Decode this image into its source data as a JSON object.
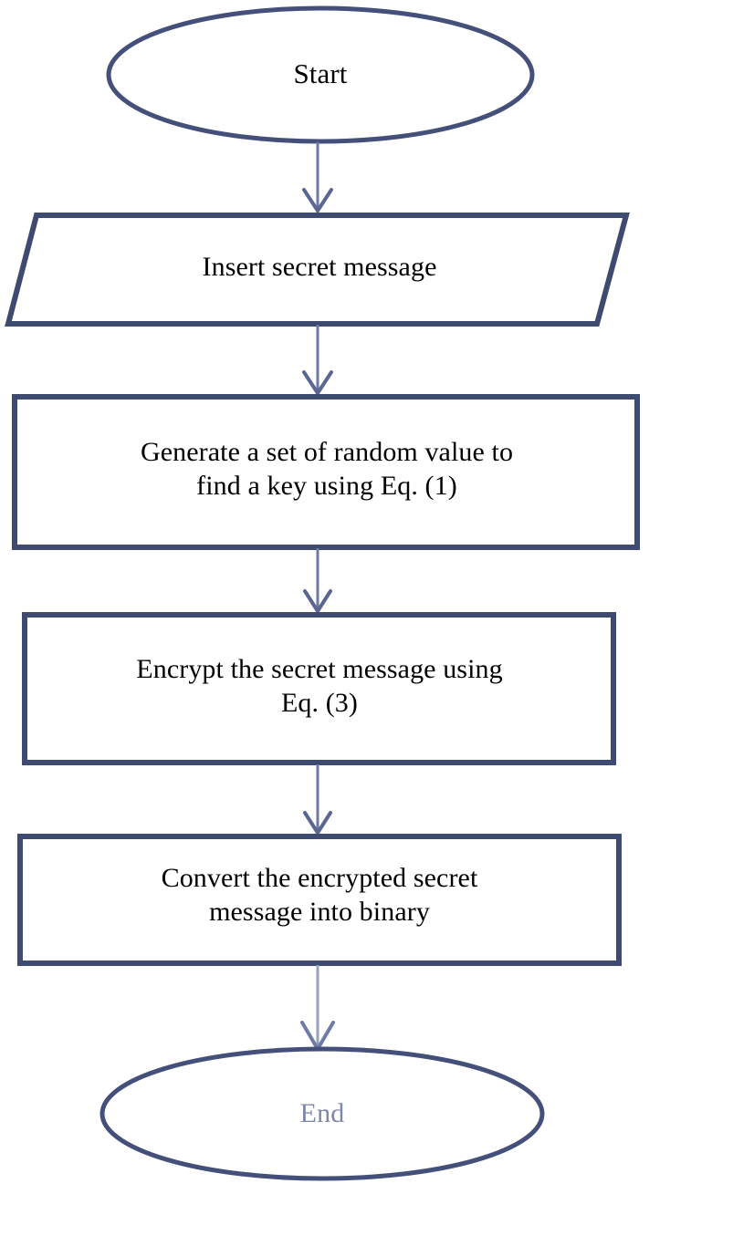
{
  "figure": {
    "type": "flowchart",
    "orientation": "vertical",
    "background_color": "#ffffff",
    "shape_stroke_color": "#3f4a70",
    "ellipse_stroke_color": "#44507a",
    "connector_color": "#5b6894",
    "text_color": "#000000",
    "end_text_color": "#7d87a8"
  },
  "nodes": {
    "start": {
      "id": "start",
      "shape": "ellipse",
      "label": "Start"
    },
    "insert": {
      "id": "insert",
      "shape": "parallelogram",
      "label": "Insert secret message"
    },
    "generate": {
      "id": "generate",
      "shape": "rectangle",
      "label": "Generate a set of random value to\nfind a key using Eq. (1)"
    },
    "encrypt": {
      "id": "encrypt",
      "shape": "rectangle",
      "label": "Encrypt the secret message using\nEq. (3)"
    },
    "convert": {
      "id": "convert",
      "shape": "rectangle",
      "label": "Convert the encrypted secret\nmessage into binary"
    },
    "end": {
      "id": "end",
      "shape": "ellipse",
      "label": "End"
    }
  },
  "connectors": [
    {
      "id": "start-to-insert",
      "from": "start",
      "to": "insert",
      "style": "open-arrow-down"
    },
    {
      "id": "insert-to-generate",
      "from": "insert",
      "to": "generate",
      "style": "open-arrow-down"
    },
    {
      "id": "generate-to-encrypt",
      "from": "generate",
      "to": "encrypt",
      "style": "open-arrow-down"
    },
    {
      "id": "encrypt-to-convert",
      "from": "encrypt",
      "to": "convert",
      "style": "open-arrow-down"
    },
    {
      "id": "convert-to-end",
      "from": "convert",
      "to": "end",
      "style": "open-arrow-down"
    }
  ],
  "caption": {
    "text": ""
  }
}
